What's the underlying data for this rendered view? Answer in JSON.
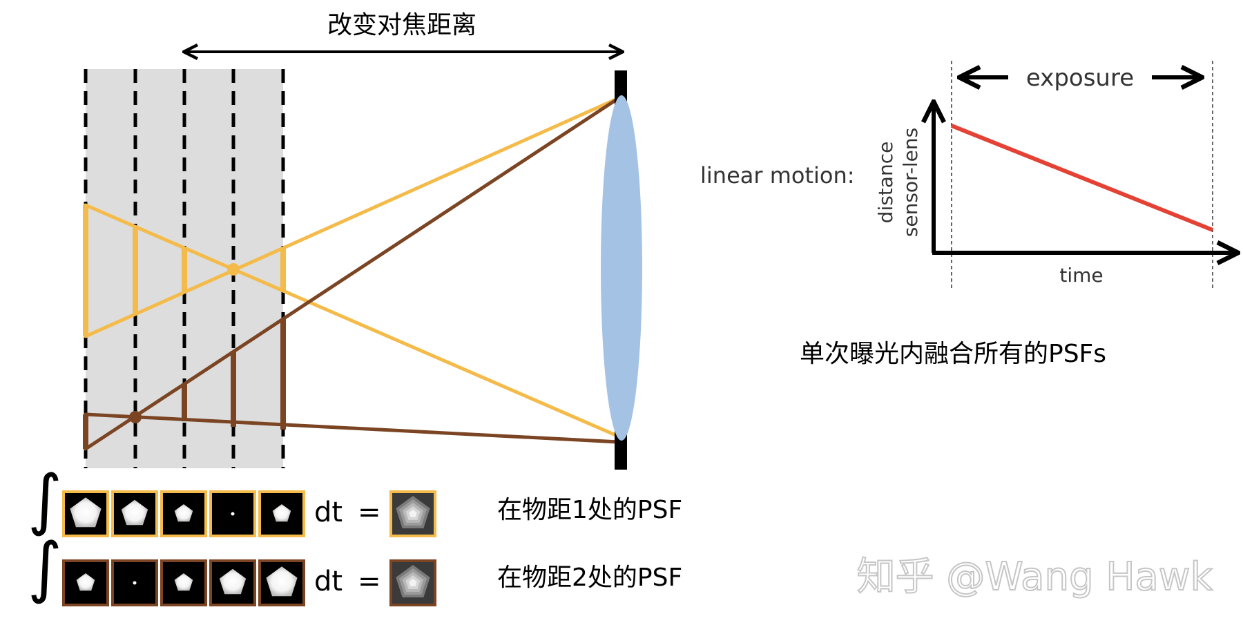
{
  "header": {
    "title": "改变对焦距离"
  },
  "psf_rows": [
    {
      "label": "在物距1处的PSF",
      "dt": "dt",
      "equals": "=",
      "border_color": "#F4BB4A",
      "kernels": [
        {
          "size": 0.85
        },
        {
          "size": 0.72
        },
        {
          "size": 0.5
        },
        {
          "size": 0.08
        },
        {
          "size": 0.5
        }
      ]
    },
    {
      "label": "在物距2处的PSF",
      "dt": "dt",
      "equals": "=",
      "border_color": "#7B4423",
      "kernels": [
        {
          "size": 0.5
        },
        {
          "size": 0.08
        },
        {
          "size": 0.5
        },
        {
          "size": 0.72
        },
        {
          "size": 0.85
        }
      ]
    }
  ],
  "motion_chart": {
    "label": "linear motion:",
    "exposure_label": "exposure",
    "xlabel": "time",
    "ylabel_line1": "distance",
    "ylabel_line2": "sensor-lens",
    "line_color": "#E34234"
  },
  "summary": "单次曝光内融合所有的PSFs",
  "watermark": "知乎 @Wang Hawk",
  "colors": {
    "near_object_rays": "#F4BB4A",
    "far_object_rays": "#7B4423",
    "lens": "#A4C2E4",
    "focus_sweep_zone": "#DDDDDD",
    "sensor": "#000000"
  }
}
